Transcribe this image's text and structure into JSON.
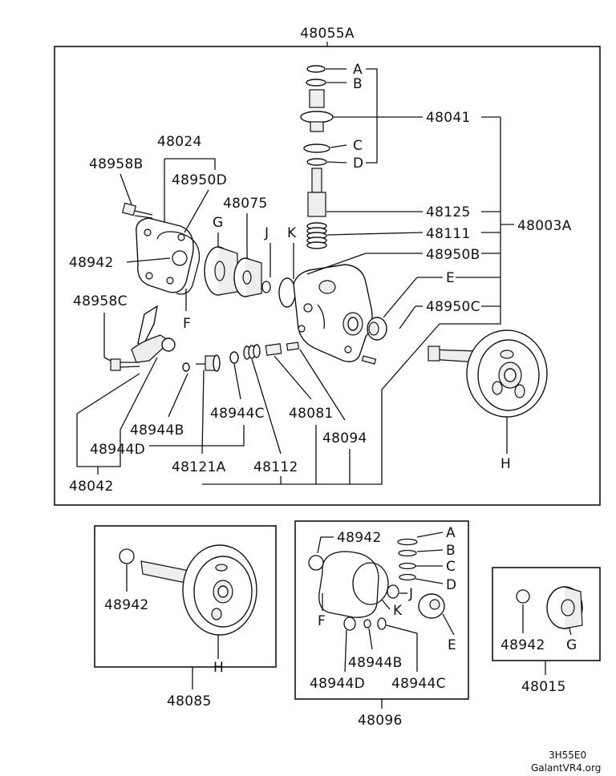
{
  "labels": {
    "top_assembly": "48055A",
    "a": "A",
    "b": "B",
    "c": "C",
    "d": "D",
    "p48041": "48041",
    "p48024": "48024",
    "p48958B": "48958B",
    "p48950D": "48950D",
    "p48075": "48075",
    "g": "G",
    "j": "J",
    "k": "K",
    "p48125": "48125",
    "p48003A": "48003A",
    "p48111": "48111",
    "p48942": "48942",
    "p48950B": "48950B",
    "e": "E",
    "p48958C": "48958C",
    "f": "F",
    "p48950C": "48950C",
    "p48944C": "48944C",
    "p48944B": "48944B",
    "p48081": "48081",
    "p48944D": "48944D",
    "p48094": "48094",
    "h": "H",
    "p48121A": "48121A",
    "p48112": "48112",
    "p48042": "48042"
  },
  "kit_48085": {
    "p48942": "48942",
    "h": "H",
    "title": "48085"
  },
  "kit_48096": {
    "p48942": "48942",
    "a": "A",
    "b": "B",
    "c": "C",
    "d": "D",
    "j": "J",
    "f": "F",
    "k": "K",
    "e": "E",
    "p48944B": "48944B",
    "p48944D": "48944D",
    "p48944C": "48944C",
    "title": "48096"
  },
  "kit_48015": {
    "p48942": "48942",
    "g": "G",
    "title": "48015"
  },
  "footer": {
    "code": "3H55E0",
    "watermark": "GalantVR4.org"
  }
}
